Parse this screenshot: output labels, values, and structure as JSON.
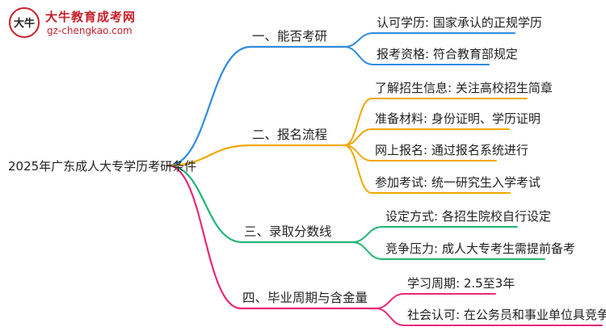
{
  "logo": {
    "name": "大牛教育成考网",
    "url": "gz-chengkao.com",
    "badge_text": "大牛",
    "color": "#c8202a"
  },
  "root": {
    "label": "2025年广东成人大专学历考研条件"
  },
  "branches": [
    {
      "label": "一、能否考研",
      "color": "#2f8bdf",
      "leaves": [
        {
          "label": "认可学历: 国家承认的正规学历"
        },
        {
          "label": "报考资格: 符合教育部规定"
        }
      ]
    },
    {
      "label": "二、报名流程",
      "color": "#f0a800",
      "leaves": [
        {
          "label": "了解招生信息: 关注高校招生简章"
        },
        {
          "label": "准备材料: 身份证明、学历证明"
        },
        {
          "label": "网上报名: 通过报名系统进行"
        },
        {
          "label": "参加考试: 统一研究生入学考试"
        }
      ]
    },
    {
      "label": "三、录取分数线",
      "color": "#22b573",
      "leaves": [
        {
          "label": "设定方式: 各招生院校自行设定"
        },
        {
          "label": "竞争压力: 成人大专考生需提前备考"
        }
      ]
    },
    {
      "label": "四、毕业周期与含金量",
      "color": "#e8297a",
      "leaves": [
        {
          "label": "学习周期: 2.5至3年"
        },
        {
          "label": "社会认可: 在公务员和事业单位具竞争优势"
        }
      ]
    }
  ]
}
